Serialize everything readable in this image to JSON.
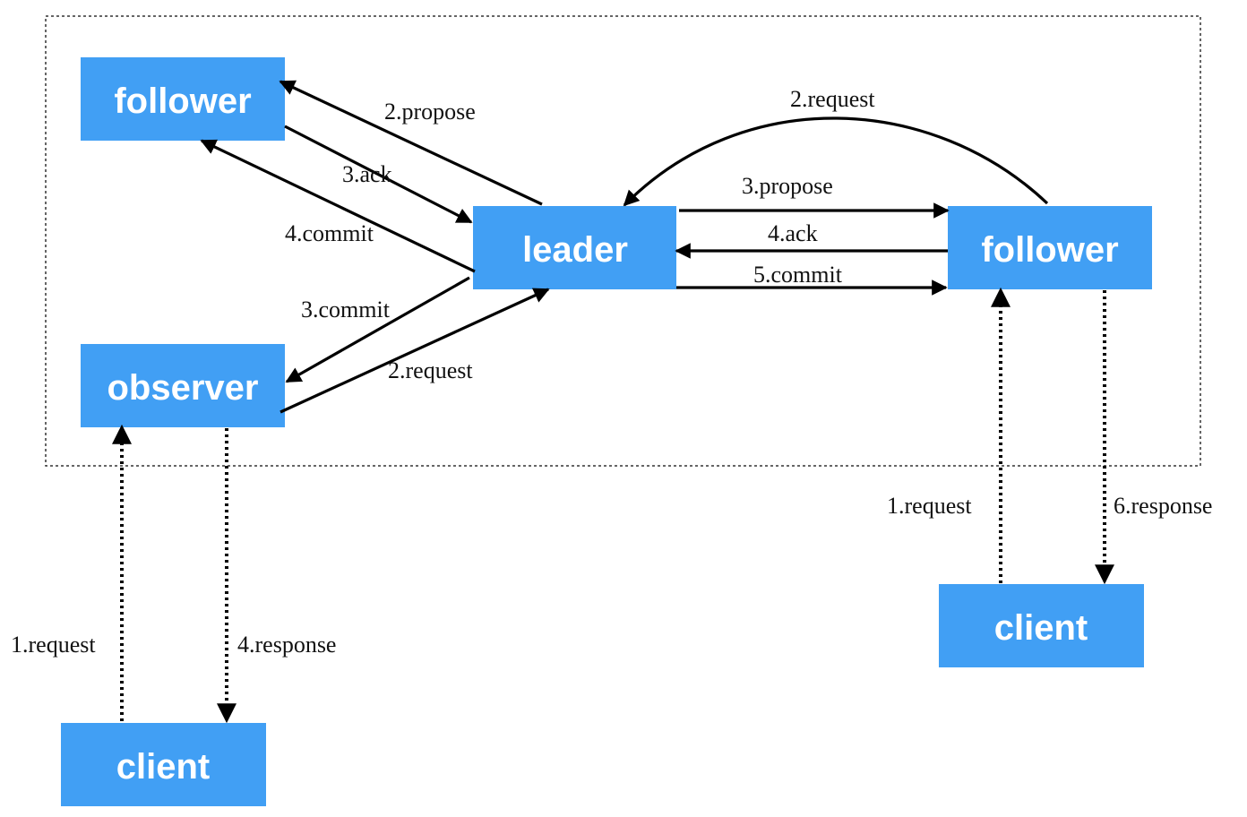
{
  "colors": {
    "node_fill": "#419ff4",
    "node_text": "#ffffff",
    "edge": "#000000",
    "label_text": "#111111",
    "boundary": "#333333"
  },
  "nodes": {
    "follower_left": "follower",
    "leader": "leader",
    "follower_right": "follower",
    "observer": "observer",
    "client_left": "client",
    "client_right": "client"
  },
  "edges": {
    "leader_to_follower_left_propose": "2.propose",
    "follower_left_to_leader_ack": "3.ack",
    "leader_to_follower_left_commit": "4.commit",
    "leader_to_observer_commit": "3.commit",
    "observer_to_leader_request": "2.request",
    "follower_right_to_leader_request": "2.request",
    "leader_to_follower_right_propose": "3.propose",
    "follower_right_to_leader_ack": "4.ack",
    "leader_to_follower_right_commit": "5.commit",
    "client_left_to_observer_request": "1.request",
    "observer_to_client_left_response": "4.response",
    "client_right_to_follower_right_request": "1.request",
    "follower_right_to_client_right_response": "6.response"
  }
}
